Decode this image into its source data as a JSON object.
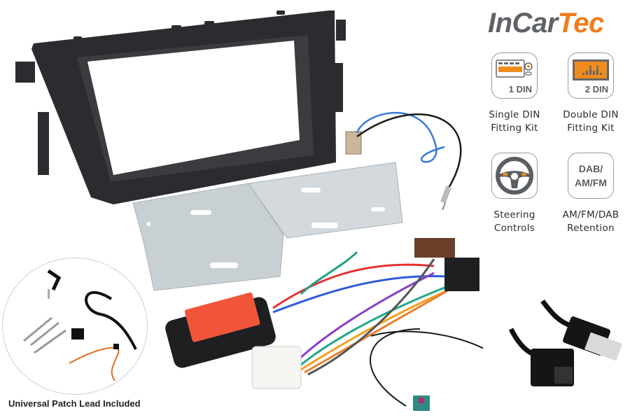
{
  "brand": {
    "name_part1": "InCar",
    "name_part2": "Tec",
    "color_primary": "#5f6266",
    "color_accent": "#f07d1a"
  },
  "features": [
    {
      "id": "single-din",
      "icon": "single-din-radio-icon",
      "badge": "1 DIN",
      "label_line1": "Single DIN",
      "label_line2": "Fitting Kit"
    },
    {
      "id": "double-din",
      "icon": "double-din-radio-icon",
      "badge": "2 DIN",
      "label_line1": "Double DIN",
      "label_line2": "Fitting Kit"
    },
    {
      "id": "steering",
      "icon": "steering-wheel-icon",
      "label_line1": "Steering",
      "label_line2": "Controls"
    },
    {
      "id": "dab",
      "icon": "dab-am-fm-icon",
      "badge_line1": "DAB/",
      "badge_line2": "AM/FM",
      "label_line1": "AM/FM/DAB",
      "label_line2": "Retention"
    }
  ],
  "kit_contents": [
    {
      "item": "double-din-fascia-panel",
      "color": "#2a2c2f"
    },
    {
      "item": "metal-mounting-brackets",
      "color": "#c9d0d4"
    },
    {
      "item": "antenna-adapter-lead",
      "wire_colors": [
        "#3a78d8",
        "#1a1a1a"
      ]
    },
    {
      "item": "steering-control-interface",
      "label_color": "#f0553a"
    },
    {
      "item": "iso-wiring-harness"
    },
    {
      "item": "fakra-dab-antenna-adapter",
      "connector_color": "#2f8a86"
    },
    {
      "item": "usb-retention-lead"
    }
  ],
  "patch_lead": {
    "caption": "Universal Patch Lead Included"
  }
}
